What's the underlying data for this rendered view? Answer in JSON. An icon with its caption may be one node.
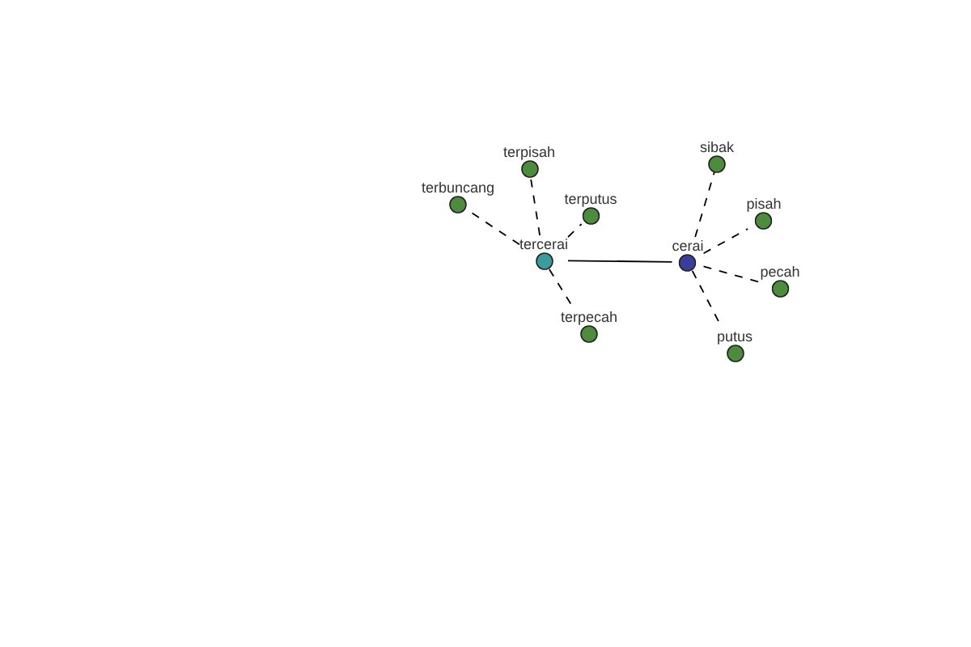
{
  "diagram": {
    "nodes": [
      {
        "text": [
          "tercerai"
        ]
      },
      {
        "text": [
          "cerai"
        ]
      },
      {
        "text": [
          "terpisah"
        ]
      },
      {
        "text": [
          "terbuncang"
        ]
      },
      {
        "text": [
          "terputus"
        ]
      },
      {
        "text": [
          "terpecah"
        ]
      },
      {
        "text": [
          "sibak"
        ]
      },
      {
        "text": [
          "pisah"
        ]
      },
      {
        "text": [
          "pecah"
        ]
      },
      {
        "text": [
          "putus"
        ]
      }
    ],
    "edges": [
      {
        "from": 0,
        "to": 1,
        "arrow": "none"
      },
      {
        "from": 0,
        "to": 2,
        "arrow": "none",
        "style": "dashed"
      },
      {
        "from": 0,
        "to": 3,
        "arrow": "none",
        "style": "dashed"
      },
      {
        "from": 0,
        "to": 4,
        "arrow": "none",
        "style": "dashed"
      },
      {
        "from": 0,
        "to": 5,
        "arrow": "none",
        "style": "dashed"
      },
      {
        "from": 1,
        "to": 6,
        "arrow": "none",
        "style": "dashed"
      },
      {
        "from": 1,
        "to": 7,
        "arrow": "none",
        "style": "dashed"
      },
      {
        "from": 1,
        "to": 8,
        "arrow": "none",
        "style": "dashed"
      },
      {
        "from": 1,
        "to": 9,
        "arrow": "none",
        "style": "dashed"
      }
    ]
  }
}
